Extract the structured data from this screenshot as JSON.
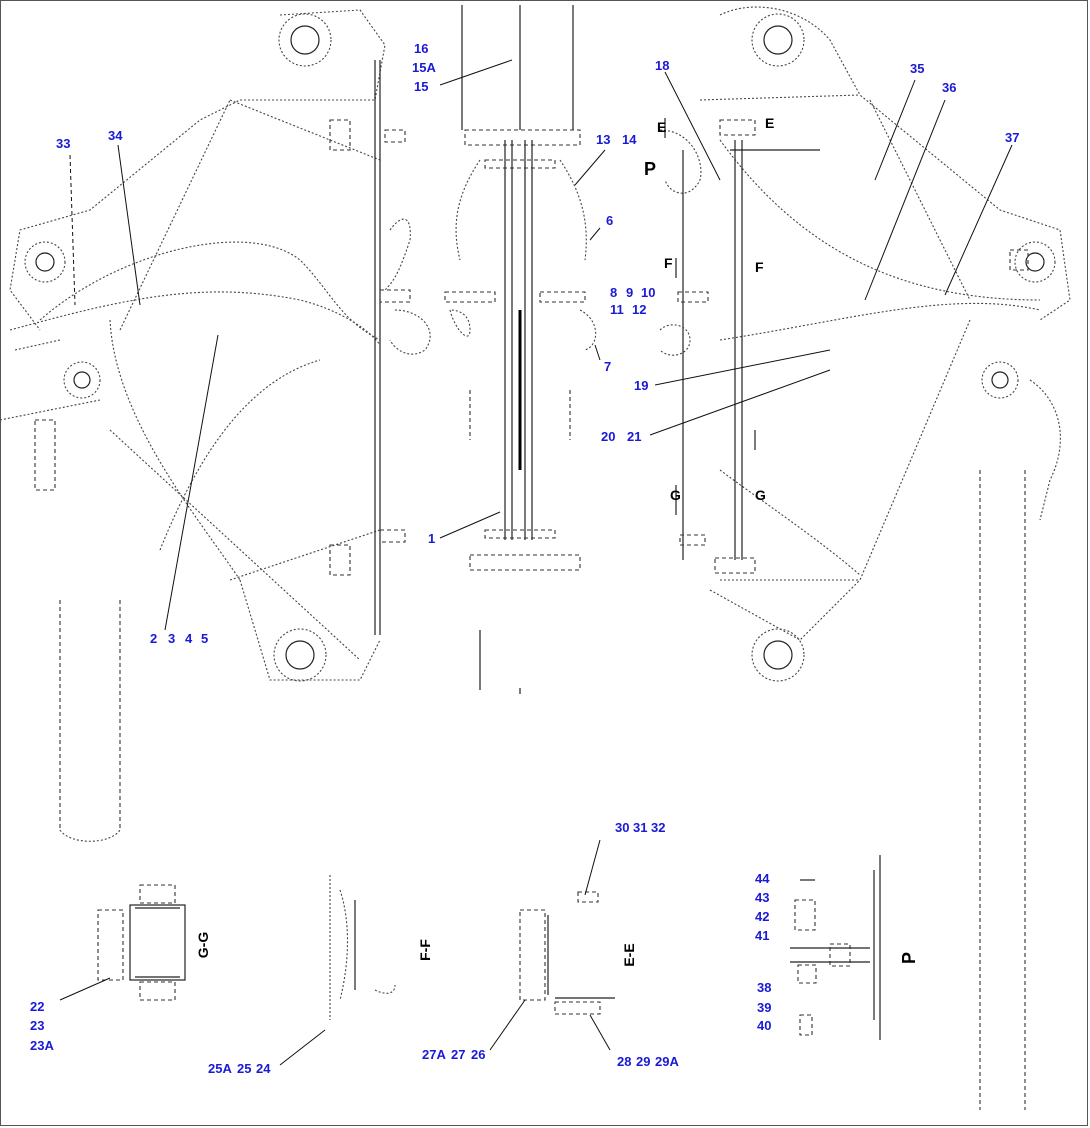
{
  "callouts": [
    "16",
    "15A",
    "15",
    "33",
    "34",
    "18",
    "35",
    "36",
    "37",
    "13",
    "14",
    "6",
    "8",
    "9",
    "10",
    "11",
    "12",
    "7",
    "19",
    "20",
    "21",
    "1",
    "2",
    "3",
    "4",
    "5",
    "30",
    "31",
    "32",
    "44",
    "43",
    "42",
    "41",
    "38",
    "39",
    "40",
    "22",
    "23",
    "23A",
    "25A",
    "25",
    "24",
    "27A",
    "27",
    "26",
    "28",
    "29",
    "29A"
  ],
  "section_labels": {
    "gg": "G-G",
    "ff": "F-F",
    "ee": "E-E",
    "p": "P"
  },
  "view_marks": {
    "e": "E",
    "f": "F",
    "g": "G",
    "p": "P"
  }
}
